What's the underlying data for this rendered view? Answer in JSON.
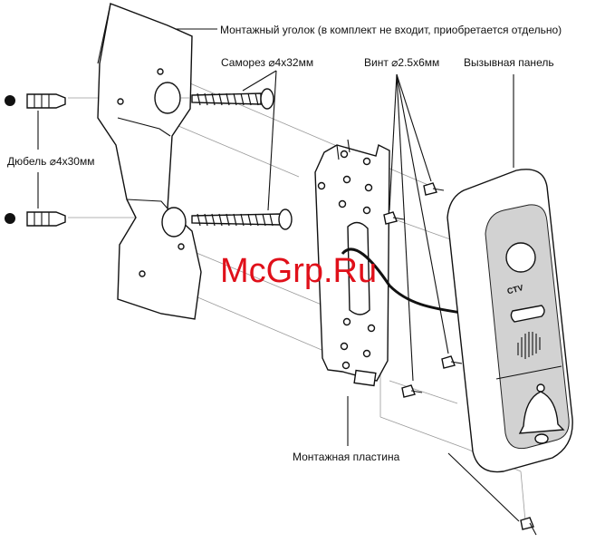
{
  "labels": {
    "mounting_corner": "Монтажный уголок (в комплект не входит, приобретается отдельно)",
    "self_tapping_screw": "Саморез ⌀4x32мм",
    "bolt": "Винт ⌀2.5x6мм",
    "call_panel": "Вызывная панель",
    "dowel": "Дюбель ⌀4x30мм",
    "mounting_plate": "Монтажная пластина"
  },
  "watermark": "McGrp.Ru",
  "panel_logo": "CTV",
  "colors": {
    "watermark": "#e0101a",
    "lines": "#111111",
    "guide_lines": "#9a9a9a",
    "panel_face": "#d2d2d2"
  }
}
